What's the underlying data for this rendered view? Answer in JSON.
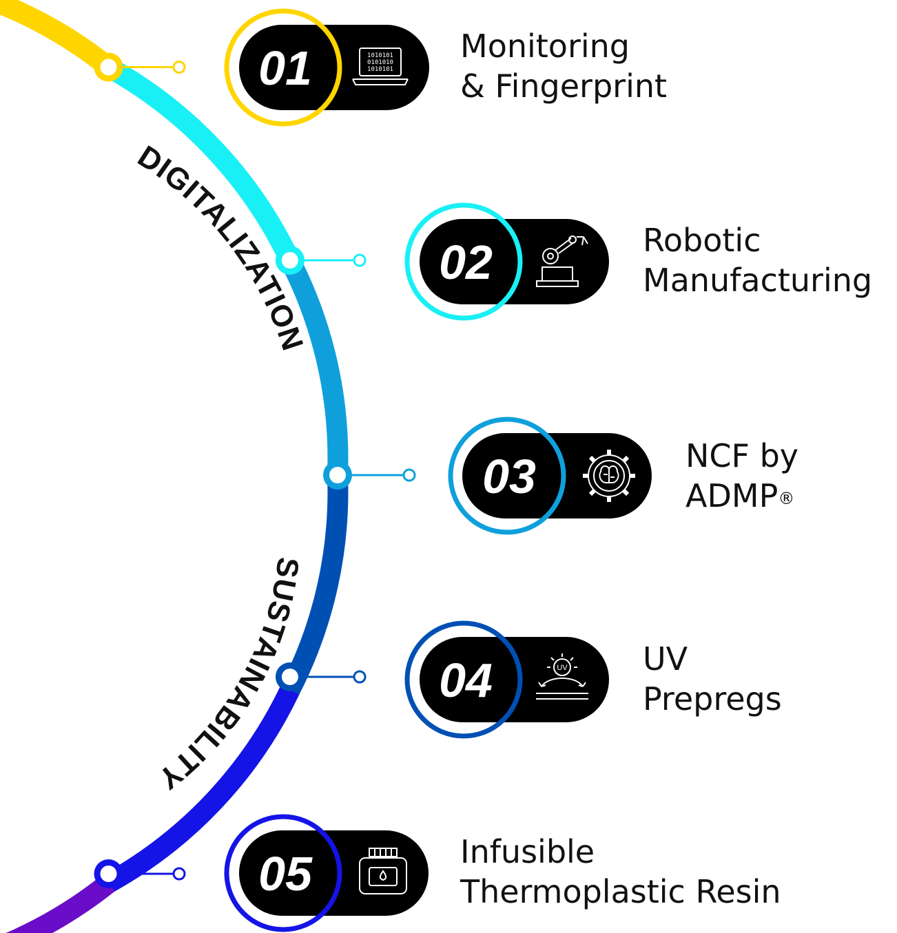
{
  "section_labels": [
    {
      "text": "DIGITALIZATION"
    },
    {
      "text": "SUSTAINABILITY"
    }
  ],
  "items": [
    {
      "number": "01",
      "line1": "Monitoring",
      "line2": "& Fingerprint",
      "color": "#FFD500",
      "icon": "laptop-binary-icon"
    },
    {
      "number": "02",
      "line1": "Robotic",
      "line2": "Manufacturing",
      "color": "#19F0F5",
      "icon": "robotic-arm-icon"
    },
    {
      "number": "03",
      "line1": "NCF by",
      "line2": "ADMP",
      "line2_sup": "®",
      "color": "#0FA0DC",
      "icon": "gear-brain-icon"
    },
    {
      "number": "04",
      "line1": "UV",
      "line2": "Prepregs",
      "color": "#0050B4",
      "icon": "uv-curing-icon"
    },
    {
      "number": "05",
      "line1": "Infusible",
      "line2": "Thermoplastic Resin",
      "color": "#1414E6",
      "icon": "resin-jar-icon"
    }
  ],
  "arc_colors": {
    "yellow": "#FFD500",
    "cyan": "#19F0F5",
    "light_blue": "#0FA0DC",
    "mid_blue": "#0050B4",
    "royal_blue": "#1414E6",
    "purple": "#6A0DC8"
  }
}
